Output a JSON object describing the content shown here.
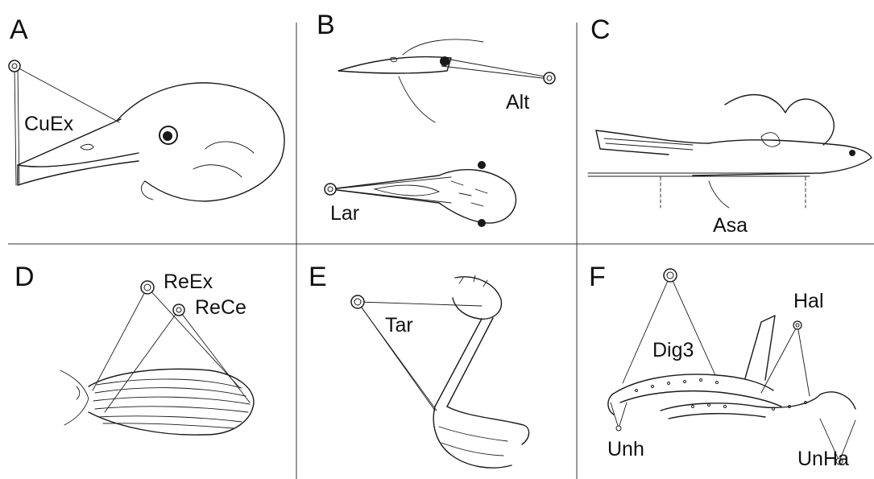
{
  "panels": [
    {
      "letter": "A",
      "measures": [
        "CuEx"
      ]
    },
    {
      "letter": "B",
      "measures": [
        "Alt",
        "Lar"
      ]
    },
    {
      "letter": "C",
      "measures": [
        "Asa"
      ]
    },
    {
      "letter": "D",
      "measures": [
        "ReEx",
        "ReCe"
      ]
    },
    {
      "letter": "E",
      "measures": [
        "Tar"
      ]
    },
    {
      "letter": "F",
      "measures": [
        "Dig3",
        "Hal",
        "Unh",
        "UnHa"
      ]
    }
  ],
  "colors": {
    "ink": "#1a1a1a",
    "background": "#ffffff"
  }
}
